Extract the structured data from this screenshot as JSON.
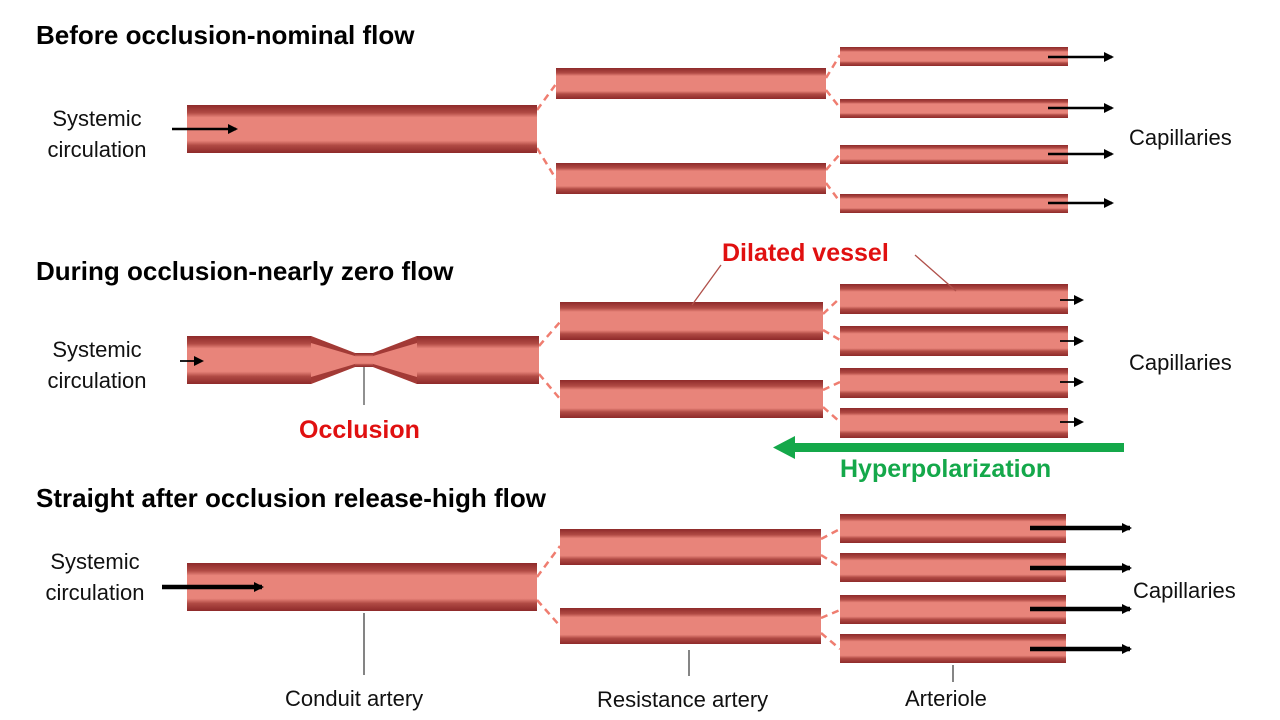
{
  "colors": {
    "vessel_fill": "#e8847a",
    "vessel_wall": "#8e2a2a",
    "branch_dash": "#ef7d70",
    "arrow": "#000000",
    "hyperpolarization": "#14a84a",
    "highlight": "#e01010"
  },
  "panels": [
    {
      "title": "Before occlusion-nominal flow",
      "source_label_line1": "Systemic",
      "source_label_line2": "circulation",
      "sink_label": "Capillaries",
      "flow": "nominal"
    },
    {
      "title": "During occlusion-nearly zero flow",
      "source_label_line1": "Systemic",
      "source_label_line2": "circulation",
      "sink_label": "Capillaries",
      "flow": "nearly zero",
      "occlusion_label": "Occlusion",
      "dilated_label": "Dilated vessel",
      "hyperpolarization_label": "Hyperpolarization"
    },
    {
      "title": "Straight after occlusion release-high flow",
      "source_label_line1": "Systemic",
      "source_label_line2": "circulation",
      "sink_label": "Capillaries",
      "flow": "high"
    }
  ],
  "vessel_labels": {
    "conduit": "Conduit artery",
    "resistance": "Resistance artery",
    "arteriole": "Arteriole"
  }
}
